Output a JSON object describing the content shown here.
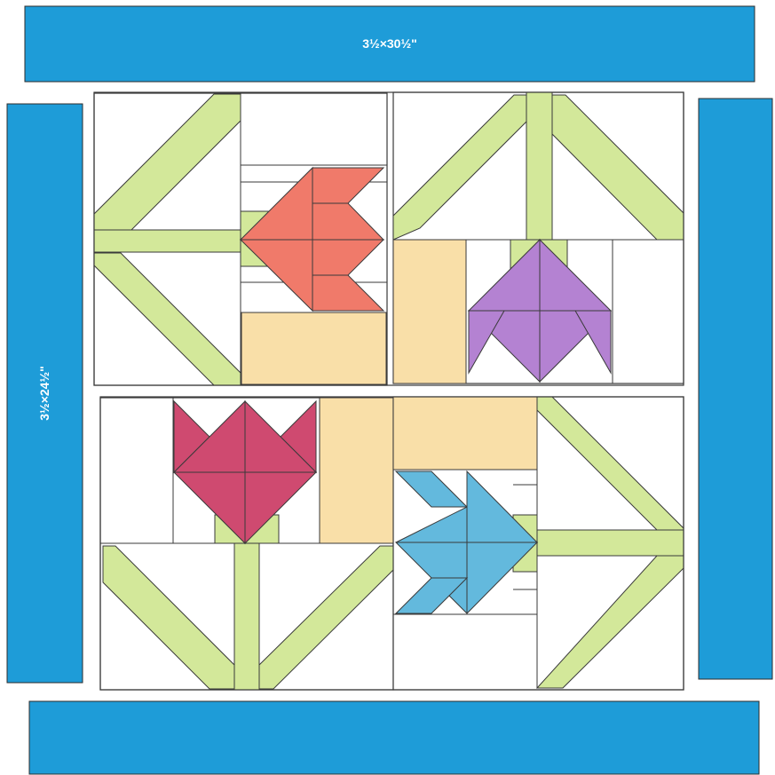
{
  "colors": {
    "border": "#1e9cd8",
    "background": "#ffffff",
    "stem": "#d3e89a",
    "pot": "#f9dfa8",
    "outline": "#3a3a3a",
    "tulip_coral": "#f07a6a",
    "tulip_purple": "#b482d2",
    "tulip_rose": "#cf4a70",
    "tulip_blue": "#63b9dd"
  },
  "borders": {
    "top_label": "3½×30½\"",
    "left_label": "3½×24½\""
  },
  "blocks": [
    {
      "name": "coral-tulip-block",
      "petal_color": "tulip_coral",
      "orientation": "right"
    },
    {
      "name": "purple-tulip-block",
      "petal_color": "tulip_purple",
      "orientation": "down"
    },
    {
      "name": "rose-tulip-block",
      "petal_color": "tulip_rose",
      "orientation": "up"
    },
    {
      "name": "blue-tulip-block",
      "petal_color": "tulip_blue",
      "orientation": "left"
    }
  ]
}
